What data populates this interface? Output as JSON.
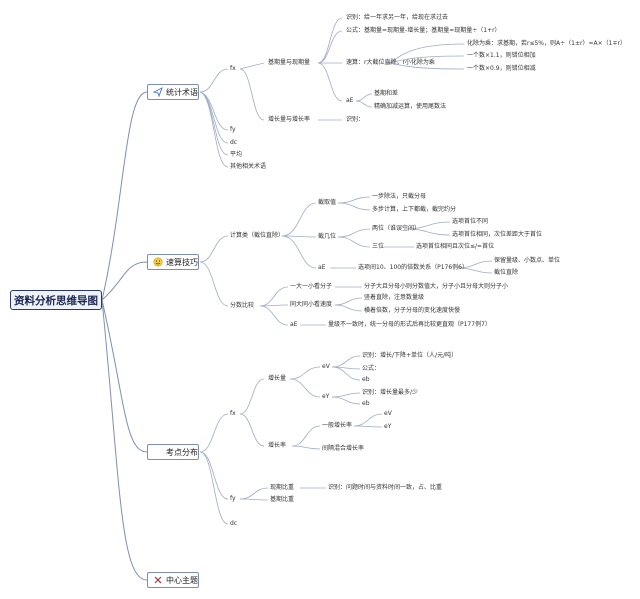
{
  "root": "资料分析思维导图",
  "main": {
    "stats": "统计术语",
    "calc": "速算技巧",
    "dist": "考点分布",
    "center": "中心主题"
  },
  "stats": {
    "fx": "fx",
    "base_vs_current": "基期量与现期量",
    "recognize": "识别：给一年求另一年，给现在求过去",
    "formula": "公式：基期量=现期量-增长量；基期量=现期量÷（1+r）",
    "speed": "速算：r大截位直除，r小化除为乘",
    "rule1": "化除为乘：求基期，若r≤5%，则A÷（1±r）≈A×（1∓r）",
    "rule2": "一个数×1.1，则错位相加",
    "rule3": "一个数×0.9，则错位相减",
    "ae": "aE",
    "ae1": "基期和差",
    "ae2": "精确加减运算，使用尾数法",
    "growth": "增长量与增长率",
    "growth_recog": "识别：",
    "fy": "fy",
    "dc": "dc",
    "avg": "平均",
    "other": "其他相关术语"
  },
  "calc": {
    "division": "计算类（截位直除）",
    "truncate": "截取值",
    "step1": "一步除法，只截分母",
    "step2": "多步计算，上下都截，截完约分",
    "cut_digits": "截几位",
    "first_two": "两位（谁误空间）",
    "first_two_a": "选项首位不同",
    "first_two_b": "选项首位相同，次位差距大于首位",
    "three": "三位",
    "three_a": "选项首位相同且次位≤/=首位",
    "calc_ae": "aE",
    "relation": "选项间10、100的倍数关系（P176例6）",
    "rel_a": "保留量级、小数点、单位",
    "rel_b": "截位直除",
    "fraction": "分数比较",
    "frac1": "一大一小看分子",
    "frac1_desc": "分子大且分母小则分数值大，分子小且分母大则分子小",
    "frac2": "同大同小看速度",
    "frac2_a": "竖着直除，注意数量级",
    "frac2_b": "横着倍数，分子分母的变化速度快慢",
    "frac_ae": "aE",
    "frac_ae_desc": "量级不一致时，统一分母的形式后再比较更直观（P177例7）"
  },
  "dist": {
    "fx": "fx",
    "increase": "增长量",
    "ev": "eV",
    "ev_recog": "识别：增长/下降+单位（人/元/吨）",
    "ev_formula": "公式：",
    "ev_eb": "eb",
    "ey": "eY",
    "ey_recog": "识别：增长量最多/少",
    "ey_eb": "eb",
    "rate": "增长率",
    "general_rate": "一般增长率",
    "gr_ev": "eV",
    "gr_ey": "eY",
    "interval": "间隔混合增长率",
    "fy": "fy",
    "current_ratio": "现期比重",
    "ratio_recog": "识别：问题时间与资料时间一致，占、比重",
    "base_ratio": "基期比重",
    "dc": "dc"
  }
}
